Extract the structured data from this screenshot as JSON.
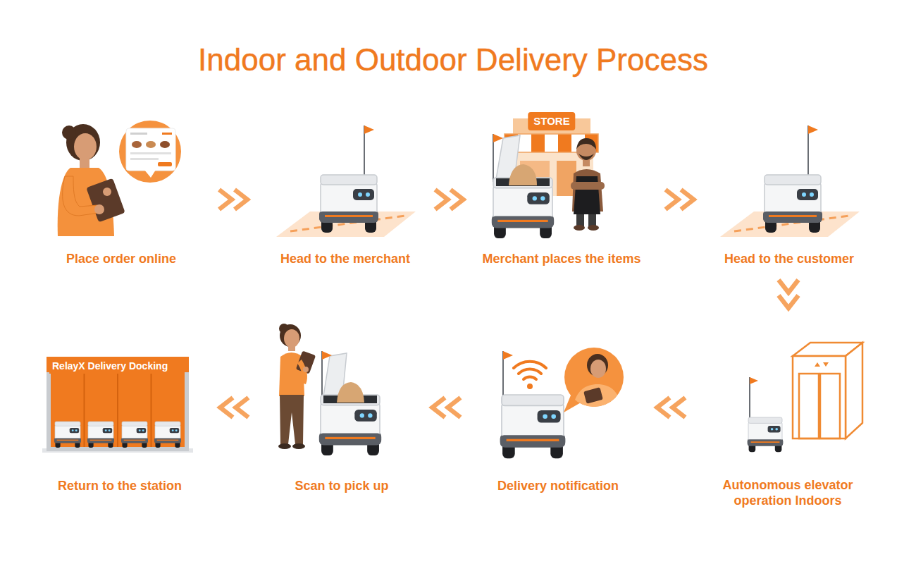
{
  "diagram": {
    "title": "Indoor and Outdoor Delivery Process",
    "nodes": [
      {
        "text": [
          "Place order online"
        ]
      },
      {
        "text": [
          "Head to the merchant"
        ]
      },
      {
        "text": [
          "Merchant places the items"
        ]
      },
      {
        "text": [
          "Head to the customer"
        ]
      },
      {
        "text": [
          "Autonomous elevator operation Indoors"
        ]
      },
      {
        "text": [
          "Delivery notification"
        ]
      },
      {
        "text": [
          "Scan to pick up"
        ]
      },
      {
        "text": [
          "Return to the station"
        ]
      }
    ],
    "edges": [
      {
        "from": 0,
        "to": 1,
        "arrow": "to"
      },
      {
        "from": 1,
        "to": 2,
        "arrow": "to"
      },
      {
        "from": 2,
        "to": 3,
        "arrow": "to"
      },
      {
        "from": 3,
        "to": 4,
        "arrow": "to"
      },
      {
        "from": 4,
        "to": 5,
        "arrow": "to"
      },
      {
        "from": 5,
        "to": 6,
        "arrow": "to"
      },
      {
        "from": 6,
        "to": 7,
        "arrow": "to"
      }
    ],
    "labels": [
      "STORE",
      "RelayX Delivery Docking"
    ]
  }
}
